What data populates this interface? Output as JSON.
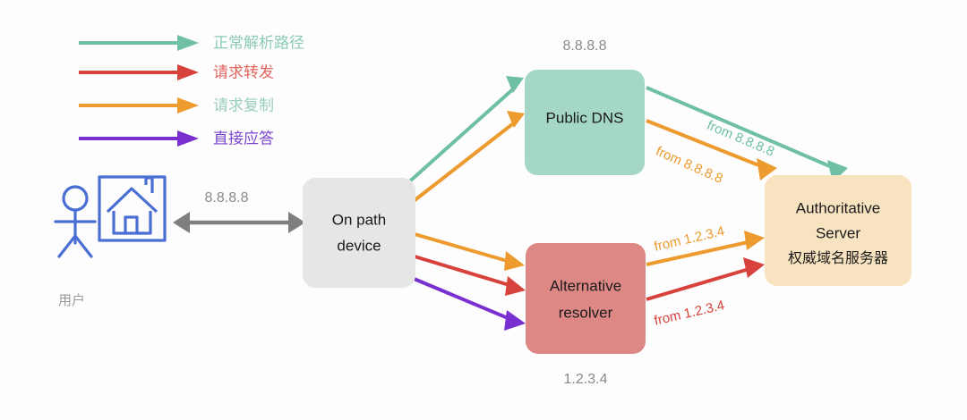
{
  "legend": {
    "items": [
      {
        "label": "正常解析路径",
        "arrow_color": "#6EBFA5",
        "text_color": "#8CCBB6"
      },
      {
        "label": "请求转发",
        "arrow_color": "#D8423C",
        "text_color": "#E0655E"
      },
      {
        "label": "请求复制",
        "arrow_color": "#ED9A2E",
        "text_color": "#9CCFBB"
      },
      {
        "label": "直接应答",
        "arrow_color": "#7A2FD0",
        "text_color": "#7A45D0"
      }
    ]
  },
  "user": {
    "caption": "用户",
    "icon_person": "stick-figure-icon",
    "icon_home": "home-icon",
    "icon_color": "#4A6FD4"
  },
  "link_user_device": {
    "label": "8.8.8.8",
    "color": "#7F7F7F",
    "style": "double-headed"
  },
  "nodes": [
    {
      "id": "on-path-device",
      "lines": [
        "On path",
        "device"
      ],
      "fill": "#E6E6E6",
      "caption_above": "",
      "caption_below": ""
    },
    {
      "id": "public-dns",
      "lines": [
        "Public DNS"
      ],
      "fill": "#A5D7C8",
      "caption_above": "8.8.8.8",
      "caption_below": ""
    },
    {
      "id": "alternative-resolver",
      "lines": [
        "Alternative",
        "resolver"
      ],
      "fill": "#DE8886",
      "caption_above": "",
      "caption_below": "1.2.3.4"
    },
    {
      "id": "authoritative-server",
      "lines": [
        "Authoritative",
        "Server",
        "权威域名服务器"
      ],
      "fill": "#F8E3C0",
      "caption_above": "",
      "caption_below": ""
    }
  ],
  "edges": [
    {
      "id": "device-to-publicdns-normal",
      "from": "on-path-device",
      "to": "public-dns",
      "color": "#6EBFA5",
      "label": ""
    },
    {
      "id": "device-to-publicdns-copy",
      "from": "on-path-device",
      "to": "public-dns",
      "color": "#ED9A2E",
      "label": ""
    },
    {
      "id": "device-to-altresolver-copy",
      "from": "on-path-device",
      "to": "alternative-resolver",
      "color": "#ED9A2E",
      "label": ""
    },
    {
      "id": "device-to-altresolver-forward",
      "from": "on-path-device",
      "to": "alternative-resolver",
      "color": "#D8423C",
      "label": ""
    },
    {
      "id": "device-to-altresolver-direct",
      "from": "on-path-device",
      "to": "alternative-resolver",
      "color": "#7A2FD0",
      "label": ""
    },
    {
      "id": "publicdns-to-auth-normal",
      "from": "public-dns",
      "to": "authoritative-server",
      "color": "#6EBFA5",
      "label": "from 8.8.8.8"
    },
    {
      "id": "publicdns-to-auth-copy",
      "from": "public-dns",
      "to": "authoritative-server",
      "color": "#ED9A2E",
      "label": "from 8.8.8.8"
    },
    {
      "id": "altresolver-to-auth-copy",
      "from": "alternative-resolver",
      "to": "authoritative-server",
      "color": "#ED9A2E",
      "label": "from 1.2.3.4"
    },
    {
      "id": "altresolver-to-auth-forward",
      "from": "alternative-resolver",
      "to": "authoritative-server",
      "color": "#D8423C",
      "label": "from 1.2.3.4"
    }
  ]
}
